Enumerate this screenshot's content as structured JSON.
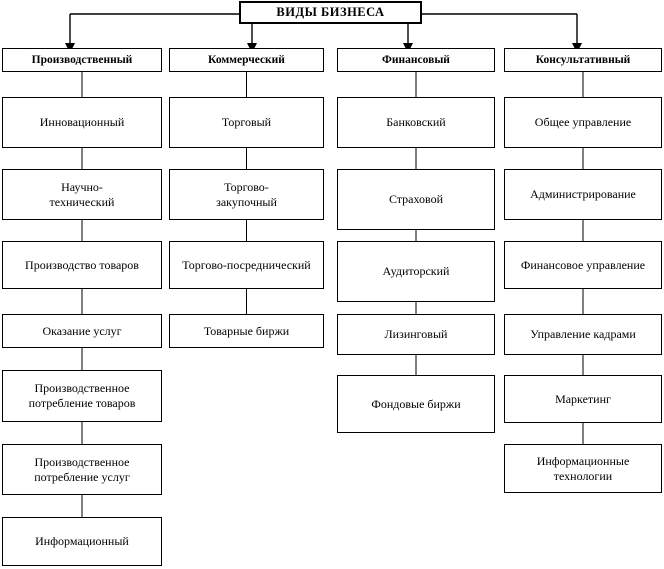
{
  "title": "ВИДЫ БИЗНЕСА",
  "columns": [
    {
      "header": "Производственный",
      "items": [
        "Инновационный",
        "Научно-\nтехнический",
        "Производство товаров",
        "Оказание услуг",
        "Производственное\nпотребление товаров",
        "Производственное\nпотребление услуг",
        "Информационный"
      ]
    },
    {
      "header": "Коммерческий",
      "items": [
        "Торговый",
        "Торгово-\nзакупочный",
        "Торгово-посреднический",
        "Товарные биржи"
      ]
    },
    {
      "header": "Финансовый",
      "items": [
        "Банковский",
        "Страховой",
        "Аудиторский",
        "Лизинговый",
        "Фондовые биржи"
      ]
    },
    {
      "header": "Консультативный",
      "items": [
        "Общее управление",
        "Администрирование",
        "Финансовое управление",
        "Управление кадрами",
        "Маркетинг",
        "Информационные\nтехнологии"
      ]
    }
  ]
}
